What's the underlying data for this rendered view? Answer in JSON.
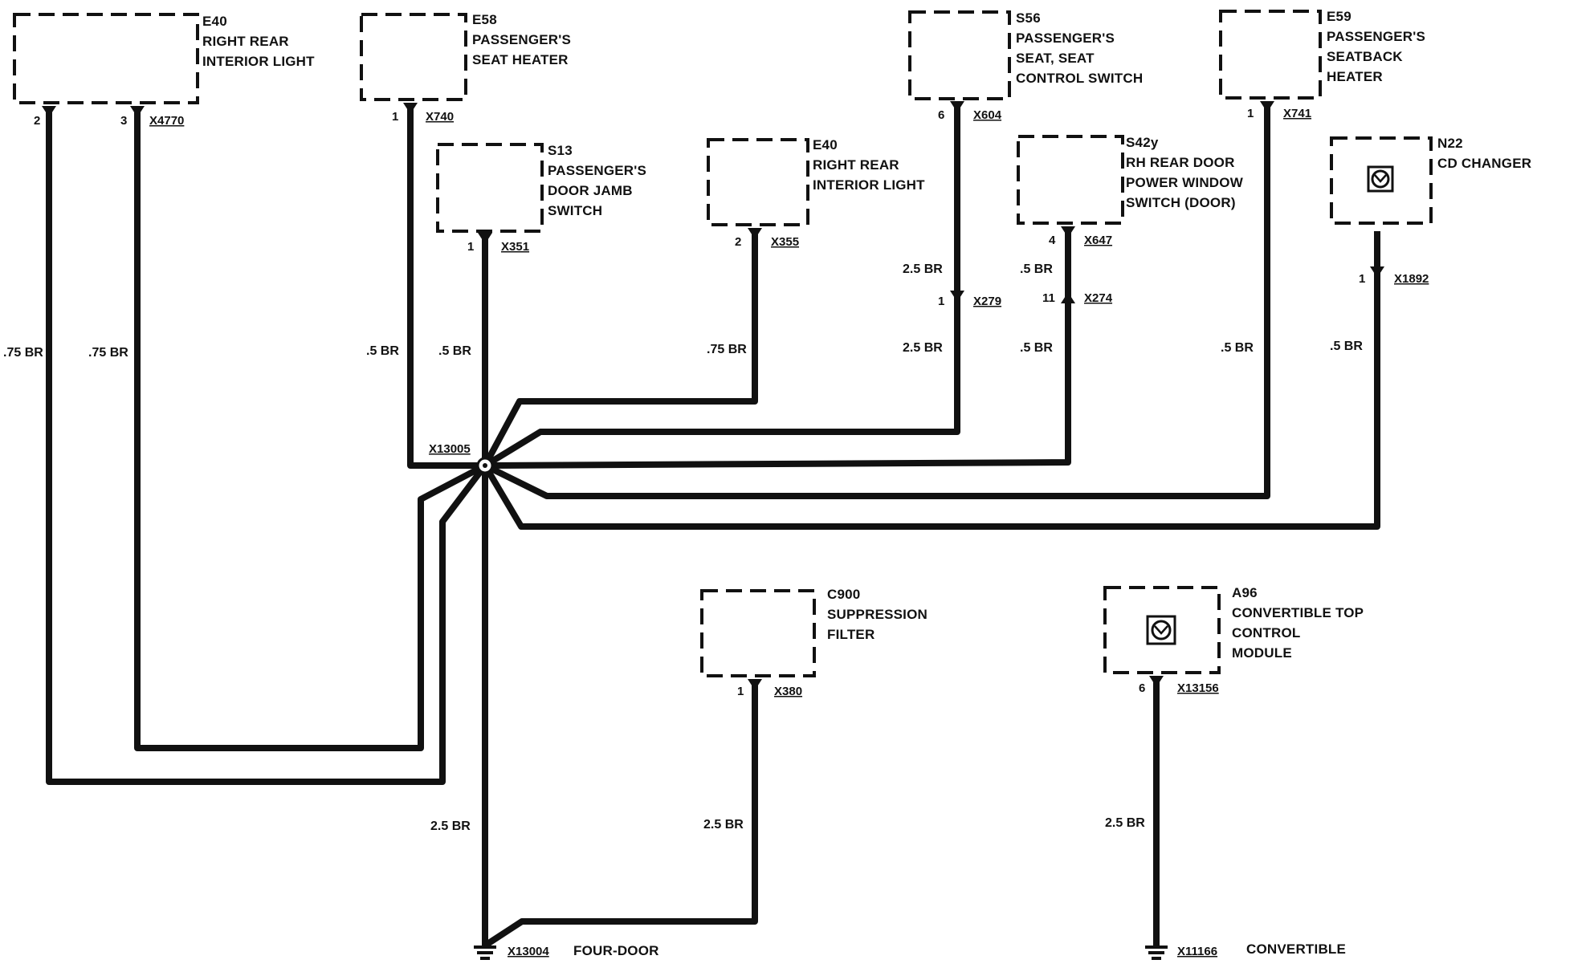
{
  "components": {
    "e40a": {
      "id": "E40",
      "line1": "RIGHT REAR",
      "line2": "INTERIOR LIGHT"
    },
    "e58": {
      "id": "E58",
      "line1": "PASSENGER'S",
      "line2": "SEAT HEATER"
    },
    "s13": {
      "id": "S13",
      "line1": "PASSENGER'S",
      "line2": "DOOR JAMB",
      "line3": "SWITCH"
    },
    "e40b": {
      "id": "E40",
      "line1": "RIGHT REAR",
      "line2": "INTERIOR LIGHT"
    },
    "s56": {
      "id": "S56",
      "line1": "PASSENGER'S",
      "line2": "SEAT, SEAT",
      "line3": "CONTROL SWITCH"
    },
    "s42y": {
      "id": "S42y",
      "line1": "RH REAR DOOR",
      "line2": "POWER WINDOW",
      "line3": "SWITCH (DOOR)"
    },
    "e59": {
      "id": "E59",
      "line1": "PASSENGER'S",
      "line2": "SEATBACK",
      "line3": "HEATER"
    },
    "n22": {
      "id": "N22",
      "line1": "CD CHANGER"
    },
    "c900": {
      "id": "C900",
      "line1": "SUPPRESSION",
      "line2": "FILTER"
    },
    "a96": {
      "id": "A96",
      "line1": "CONVERTIBLE TOP",
      "line2": "CONTROL",
      "line3": "MODULE"
    }
  },
  "pins": {
    "e40a_2": "2",
    "e40a_3": "3",
    "e58_1": "1",
    "s13_1": "1",
    "e40b_2": "2",
    "s56_6": "6",
    "x279_1": "1",
    "s42y_4": "4",
    "x274_11": "11",
    "e59_1": "1",
    "n22_1": "1",
    "c900_1": "1",
    "a96_6": "6"
  },
  "connectors": {
    "x4770": "X4770",
    "x740": "X740",
    "x351": "X351",
    "x355": "X355",
    "x604": "X604",
    "x279": "X279",
    "x647": "X647",
    "x274": "X274",
    "x741": "X741",
    "x1892": "X1892",
    "x380": "X380",
    "x13156": "X13156",
    "x13005": "X13005",
    "x13004": "X13004",
    "x11166": "X11166"
  },
  "wires": {
    "w1": ".75 BR",
    "w2": ".75 BR",
    "w3": ".5 BR",
    "w4": ".5 BR",
    "w5": ".75 BR",
    "w6a": "2.5 BR",
    "w6b": "2.5 BR",
    "w7a": ".5 BR",
    "w7b": ".5 BR",
    "w8": ".5 BR",
    "w9": ".5 BR",
    "w10": "2.5 BR",
    "w11": "2.5 BR",
    "w12": "2.5 BR"
  },
  "grounds": {
    "four_door": "FOUR-DOOR",
    "convertible": "CONVERTIBLE"
  }
}
